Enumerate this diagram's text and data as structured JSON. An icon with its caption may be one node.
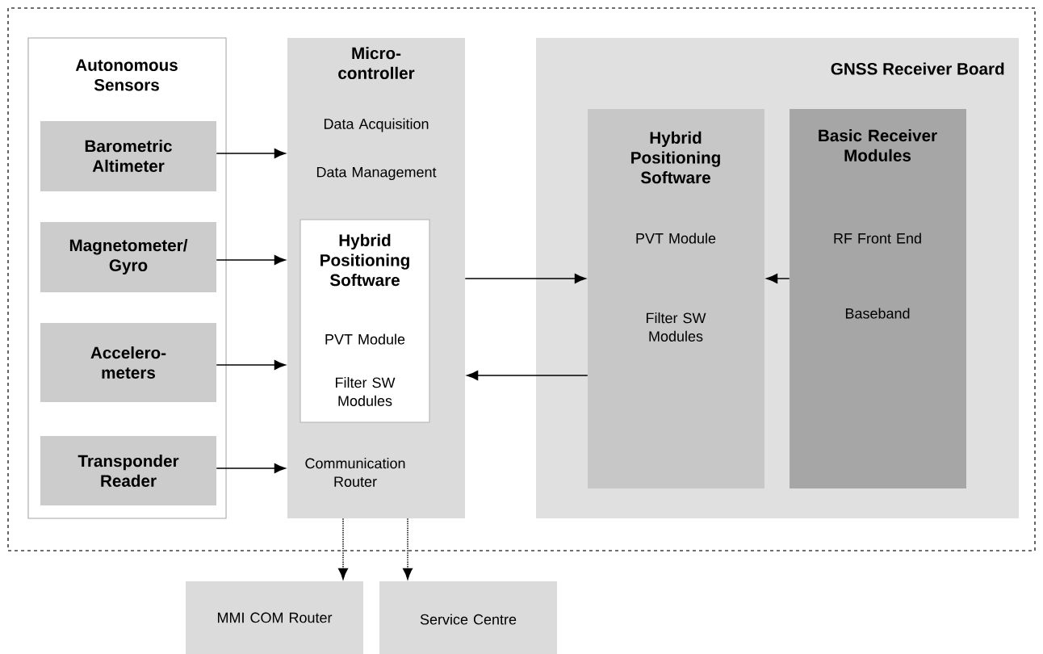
{
  "diagram": {
    "nodes": [
      {
        "text": [
          "Autonomous Sensors"
        ]
      },
      {
        "text": [
          "Barometric Altimeter"
        ],
        "in": 0
      },
      {
        "text": [
          "Magnetometer/ Gyro"
        ],
        "in": 0
      },
      {
        "text": [
          "Accelero- meters"
        ],
        "in": 0
      },
      {
        "text": [
          "Transponder Reader"
        ],
        "in": 0
      },
      {
        "text": [
          "Micro- controller",
          "Data Acquisition",
          "Data Management",
          "Communication Router"
        ]
      },
      {
        "text": [
          "Hybrid Positioning Software",
          "PVT Module",
          "Filter SW Modules"
        ],
        "in": 5
      },
      {
        "text": [
          "GNSS Receiver Board"
        ]
      },
      {
        "text": [
          "Hybrid Positioning Software",
          "PVT Module",
          "Filter SW Modules"
        ],
        "in": 7
      },
      {
        "text": [
          "Basic Receiver Modules",
          "RF Front End",
          "Baseband"
        ],
        "in": 7
      },
      {
        "text": [
          "MMI COM Router"
        ]
      },
      {
        "text": [
          "Service Centre"
        ]
      }
    ],
    "edges": [
      {
        "from": 1,
        "to": 5,
        "arrow": "to"
      },
      {
        "from": 2,
        "to": 5,
        "arrow": "to"
      },
      {
        "from": 3,
        "to": 5,
        "arrow": "to"
      },
      {
        "from": 4,
        "to": 5,
        "arrow": "to"
      },
      {
        "from": 5,
        "to": 8,
        "arrow": "to"
      },
      {
        "from": 8,
        "to": 5,
        "arrow": "to"
      },
      {
        "from": 9,
        "to": 8,
        "arrow": "to"
      },
      {
        "from": 5,
        "to": 10,
        "arrow": "to",
        "style": "dashed"
      },
      {
        "from": 5,
        "to": 11,
        "arrow": "to",
        "style": "dashed"
      }
    ]
  }
}
